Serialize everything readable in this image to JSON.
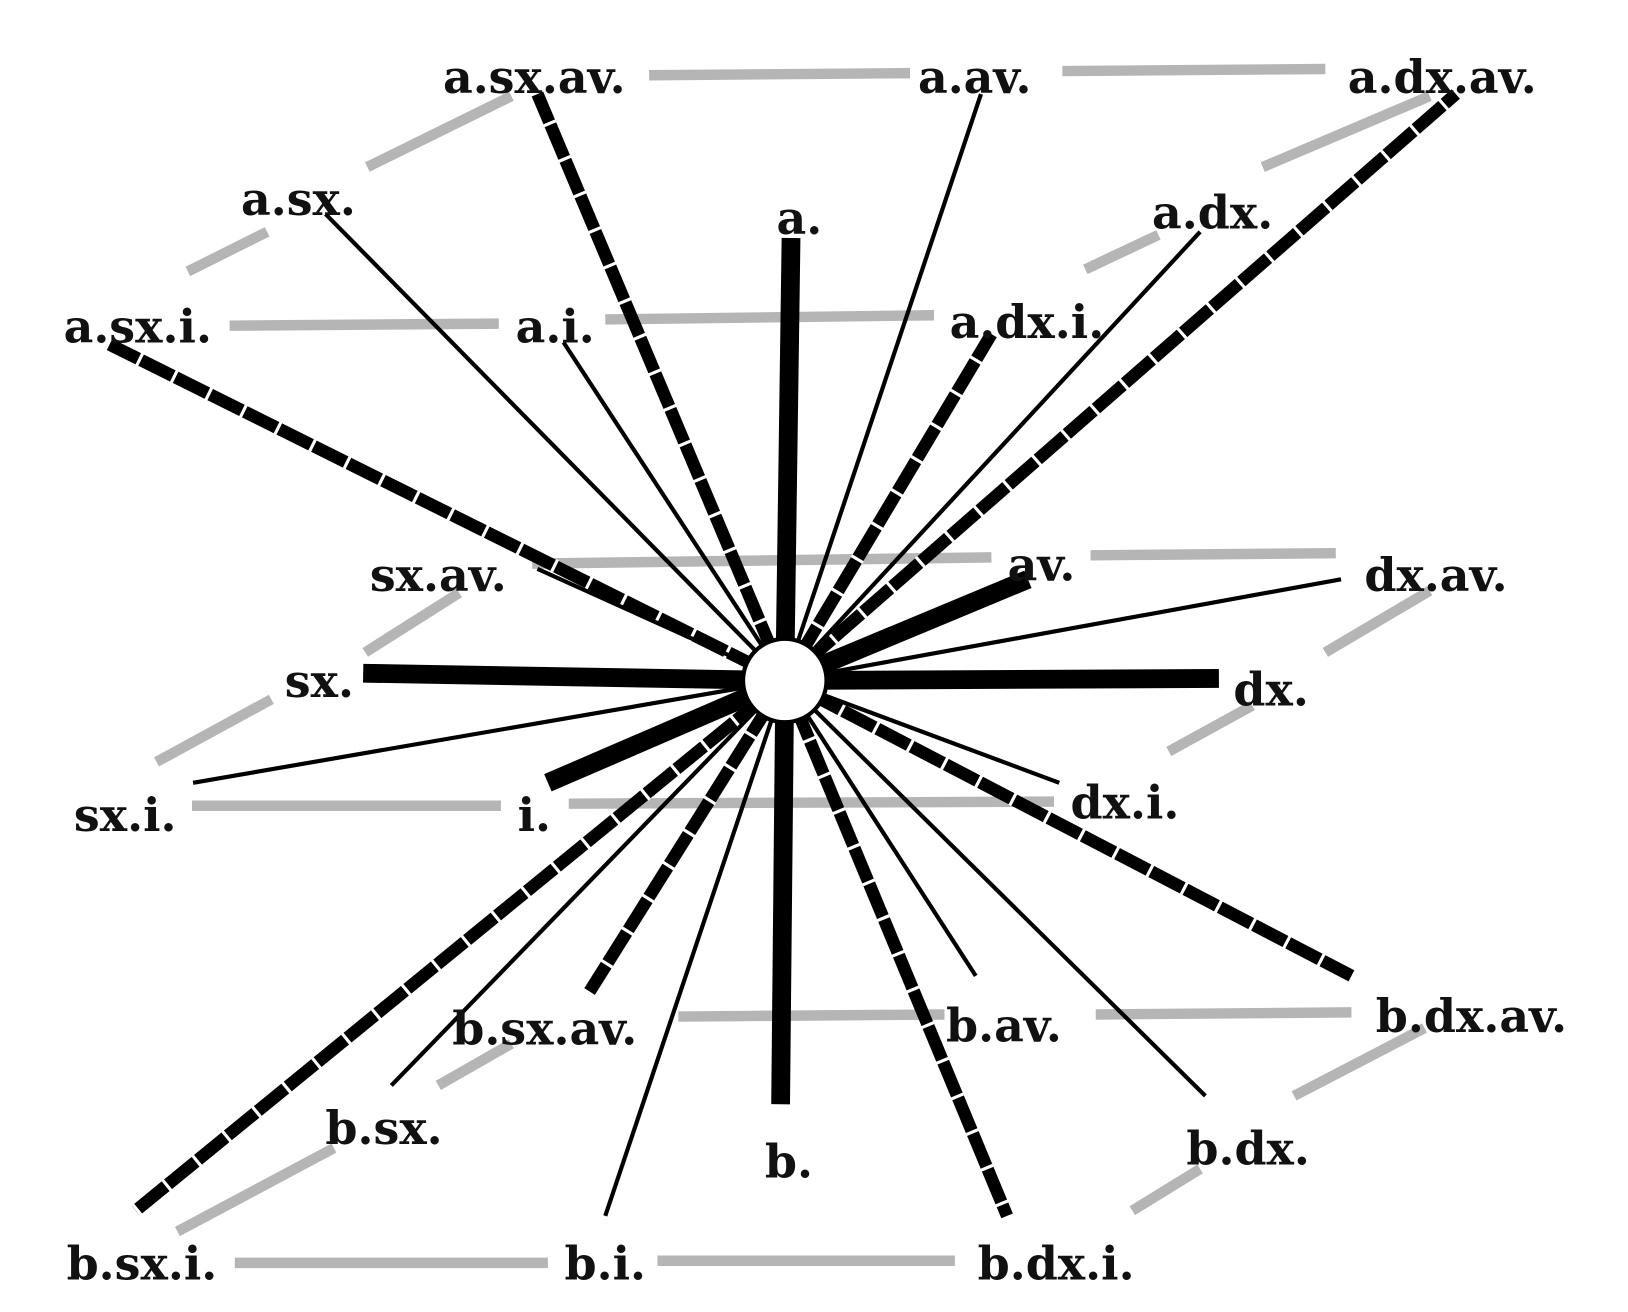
{
  "diagram": {
    "center": "hub",
    "nodes": {
      "a_sx_av": "a.sx.av.",
      "a_av": "a.av.",
      "a_dx_av": "a.dx.av.",
      "a_sx": "a.sx.",
      "a": "a.",
      "a_dx": "a.dx.",
      "a_sx_i": "a.sx.i.",
      "a_i": "a.i.",
      "a_dx_i": "a.dx.i.",
      "sx_av": "sx.av.",
      "av": "av.",
      "dx_av": "dx.av.",
      "sx": "sx.",
      "dx": "dx.",
      "sx_i": "sx.i.",
      "i": "i.",
      "dx_i": "dx.i.",
      "b_sx_av": "b.sx.av.",
      "b_av": "b.av.",
      "b_dx_av": "b.dx.av.",
      "b_sx": "b.sx.",
      "b": "b.",
      "b_dx": "b.dx.",
      "b_sx_i": "b.sx.i.",
      "b_i": "b.i.",
      "b_dx_i": "b.dx.i."
    },
    "spoke_styles": {
      "a": "thick",
      "b": "thick",
      "sx": "thick",
      "dx": "thick",
      "av": "thick",
      "i": "thick",
      "a_sx_av": "dashed",
      "a_dx_av": "dashed",
      "a_dx_i": "dashed",
      "a_sx_i": "dashed",
      "b_sx_av": "dashed",
      "b_dx_av": "dashed",
      "b_sx_i": "dashed",
      "b_dx_i": "dashed",
      "a_av": "thin",
      "a_sx": "thin",
      "a_i": "thin",
      "a_dx": "thin",
      "sx_av": "thin",
      "dx_av": "thin",
      "sx_i": "thin",
      "dx_i": "thin",
      "b_av": "thin",
      "b_sx": "thin",
      "b_dx": "thin",
      "b_i": "thin"
    },
    "colors": {
      "spoke": "#000000",
      "connector": "#b5b5b5",
      "hub_fill": "#ffffff"
    }
  }
}
